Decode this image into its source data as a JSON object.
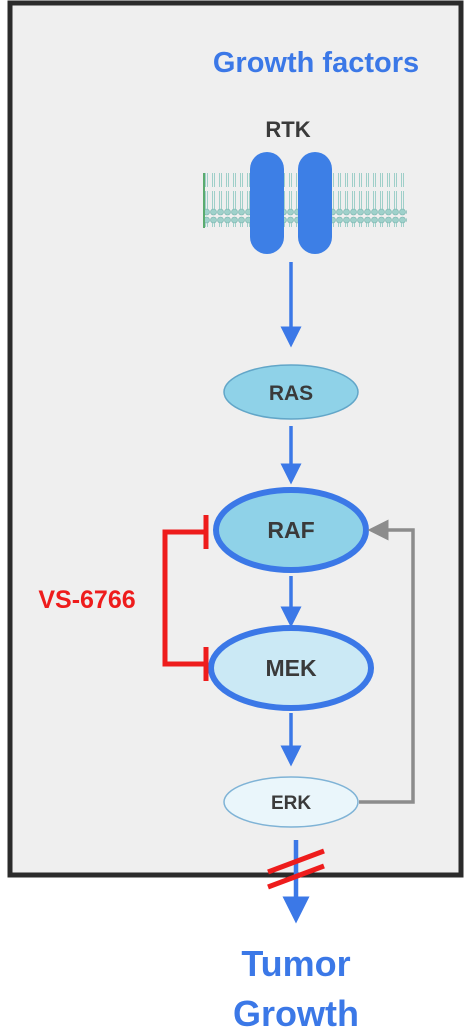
{
  "labels": {
    "growth_factors": "Growth factors",
    "rtk": "RTK",
    "ras": "RAS",
    "raf": "RAF",
    "mek": "MEK",
    "erk": "ERK",
    "drug": "VS-6766",
    "outcome_line1": "Tumor",
    "outcome_line2": "Growth"
  },
  "colors": {
    "cell_fill": "#efefef",
    "cell_border": "#2b2b2b",
    "pathway_blue": "#3b78e7",
    "receptor_blue": "#3d7fe6",
    "inhibitor_red": "#ee1c1c",
    "feedback_gray": "#8c8c8c",
    "membrane_teal": "#8fc9c2"
  },
  "icons": [
    "membrane-bilayer-icon",
    "receptor-icon",
    "inhibition-bracket-icon",
    "blocked-arrow-icon"
  ]
}
